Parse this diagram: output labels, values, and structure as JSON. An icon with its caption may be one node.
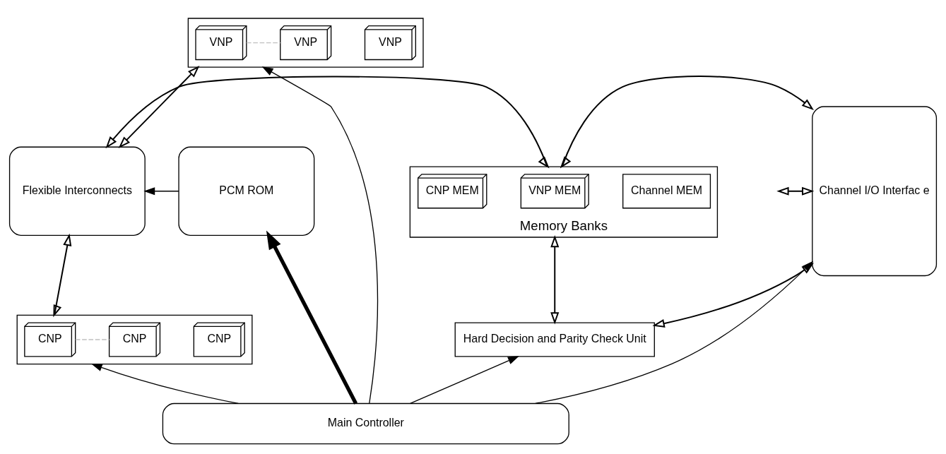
{
  "diagram": {
    "nodes": [
      {
        "text": [],
        "shape": "box"
      },
      {
        "text": [
          "VNP"
        ],
        "in": 0
      },
      {
        "text": [
          "VNP"
        ],
        "in": 0
      },
      {
        "text": [
          "VNP"
        ],
        "in": 0
      },
      {
        "text": [
          "Memory Banks"
        ]
      },
      {
        "text": [
          "Channel MEM"
        ],
        "in": 4
      },
      {
        "text": [
          "VNP MEM"
        ],
        "in": 4
      },
      {
        "text": [
          "CNP MEM"
        ],
        "in": 4
      },
      {
        "text": [
          "Channel I/O Interfac e"
        ]
      },
      {
        "text": [
          "Flexible Interconnects"
        ]
      },
      {
        "text": [
          "PCM ROM"
        ]
      },
      {
        "text": [
          "Hard Decision and Parity Check Unit"
        ]
      },
      {
        "text": [],
        "shape": "box"
      },
      {
        "text": [
          "CNP"
        ],
        "in": 12
      },
      {
        "text": [
          "CNP"
        ],
        "in": 12
      },
      {
        "text": [
          "CNP"
        ],
        "in": 12
      },
      {
        "text": [
          "Main Controller"
        ]
      }
    ],
    "edges": [
      {
        "from": null,
        "to": 8,
        "arrow": "both"
      },
      {
        "from": 8,
        "to": 4,
        "arrow": "both"
      },
      {
        "from": 8,
        "to": 11,
        "arrow": "both"
      },
      {
        "from": 4,
        "to": 11,
        "arrow": "both"
      },
      {
        "from": 4,
        "to": 9,
        "arrow": "both"
      },
      {
        "from": 0,
        "to": 9,
        "arrow": "both"
      },
      {
        "from": 9,
        "to": 12,
        "arrow": "both"
      },
      {
        "from": 10,
        "to": 9,
        "arrow": "to"
      },
      {
        "from": 16,
        "to": 8,
        "arrow": "to"
      },
      {
        "from": 16,
        "to": 11,
        "arrow": "to"
      },
      {
        "from": 16,
        "to": 12,
        "arrow": "to"
      },
      {
        "from": 16,
        "to": 10,
        "arrow": "to",
        "style": "thick"
      },
      {
        "from": 16,
        "to": 0,
        "arrow": "to"
      },
      {
        "from": 2,
        "to": 3,
        "arrow": "none",
        "style": "dashed",
        "color": "#c0c0c0"
      },
      {
        "from": 14,
        "to": 15,
        "arrow": "none",
        "style": "dashed",
        "color": "#c0c0c0"
      }
    ]
  }
}
